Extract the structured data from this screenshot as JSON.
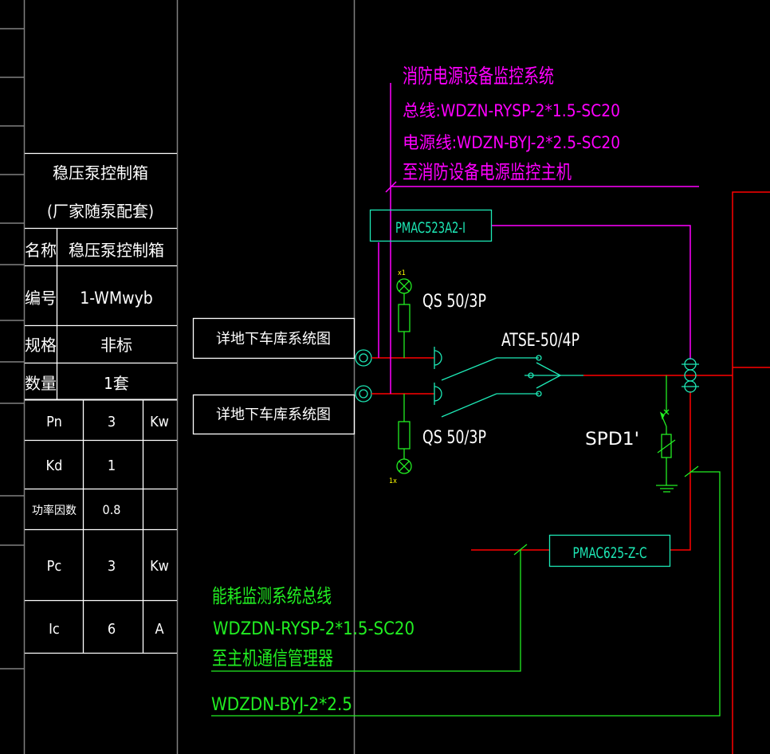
{
  "colors": {
    "background": "#000000",
    "frame": "#808080",
    "table": "#ffffff",
    "magenta": "#ff00ff",
    "cyan": "#1de9b6",
    "green": "#22ee22",
    "red": "#ff0000",
    "yellow": "#ffff00",
    "white": "#ffffff"
  },
  "table": {
    "title_line1": "稳压泵控制箱",
    "title_line2": "(厂家随泵配套)",
    "rows": [
      {
        "label": "名称",
        "value": "稳压泵控制箱"
      },
      {
        "label": "编号",
        "value": "1-WMwyb"
      },
      {
        "label": "规格",
        "value": "非标"
      },
      {
        "label": "数量",
        "value": "1套"
      }
    ],
    "params": [
      {
        "label": "Pn",
        "value": "3",
        "unit": "Kw"
      },
      {
        "label": "Kd",
        "value": "1",
        "unit": ""
      },
      {
        "label": "功率因数",
        "value": "0.8",
        "unit": ""
      },
      {
        "label": "Pc",
        "value": "3",
        "unit": "Kw"
      },
      {
        "label": "Ic",
        "value": "6",
        "unit": "A"
      }
    ]
  },
  "references": [
    {
      "label": "详地下车库系统图"
    },
    {
      "label": "详地下车库系统图"
    }
  ],
  "fire_monitor": {
    "title": "消防电源设备监控系统",
    "bus_line": "总线:WDZN-RYSP-2*1.5-SC20",
    "power_line": "电源线:WDZN-BYJ-2*2.5-SC20",
    "destination": "至消防设备电源监控主机",
    "module": "PMAC523A2-I"
  },
  "circuit": {
    "breaker_top": "QS 50/3P",
    "breaker_bottom": "QS 50/3P",
    "ats": "ATSE-50/4P",
    "spd": "SPD1'",
    "lamp_top_tag": "x1",
    "lamp_bottom_tag": "1x"
  },
  "energy_monitor": {
    "title": "能耗监测系统总线",
    "bus_line": "WDZDN-RYSP-2*1.5-SC20",
    "destination": "至主机通信管理器",
    "power_line": "WDZDN-BYJ-2*2.5",
    "module": "PMAC625-Z-C"
  }
}
